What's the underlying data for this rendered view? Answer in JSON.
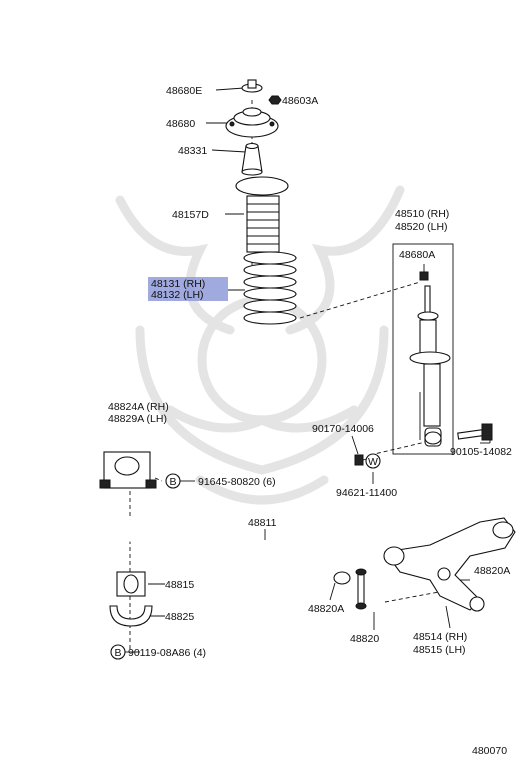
{
  "labels": {
    "p48680E": "48680E",
    "p48603A": "48603A",
    "p48680": "48680",
    "p48331": "48331",
    "p48157D": "48157D",
    "p48510": "48510 (RH)",
    "p48520": "48520 (LH)",
    "p48680A": "48680A",
    "p48131": "48131 (RH)",
    "p48132": "48132 (LH)",
    "p48824A": "48824A (RH)",
    "p48829A": "48829A (LH)",
    "p90170": "90170-14006",
    "p91645": "91645-80820 (6)",
    "p94621": "94621-11400",
    "p90105": "90105-14082",
    "p48811": "48811",
    "p48820A_r": "48820A",
    "p48815": "48815",
    "p48820A_c": "48820A",
    "p48825": "48825",
    "p48820": "48820",
    "p48514": "48514 (RH)",
    "p48515": "48515 (LH)",
    "p90119": "90119-08A86 (4)",
    "diagram_no": "480070"
  },
  "markers": {
    "bolt_marker": "B",
    "washer_marker": "W"
  },
  "highlight": {
    "color": "#8f9bd9"
  }
}
